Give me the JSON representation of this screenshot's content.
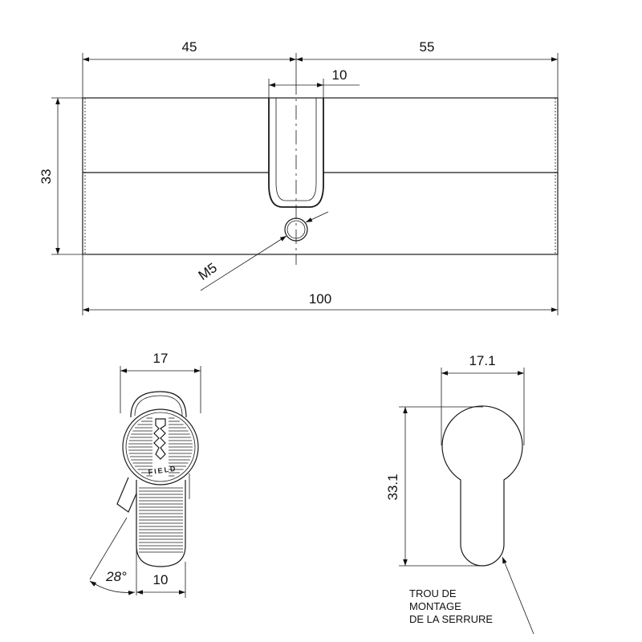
{
  "dimensions": {
    "left_length": "45",
    "right_length": "55",
    "cam_width": "10",
    "height": "33",
    "screw_size": "M5",
    "total_length": "100",
    "side_width": "17",
    "cam_angle": "28°",
    "cam_base_width": "10",
    "profile_width": "17.1",
    "profile_height": "33.1"
  },
  "note": {
    "line1": "TROU DE",
    "line2": "MONTAGE",
    "line3": "DE LA SERRURE"
  },
  "brand": "FIELD"
}
